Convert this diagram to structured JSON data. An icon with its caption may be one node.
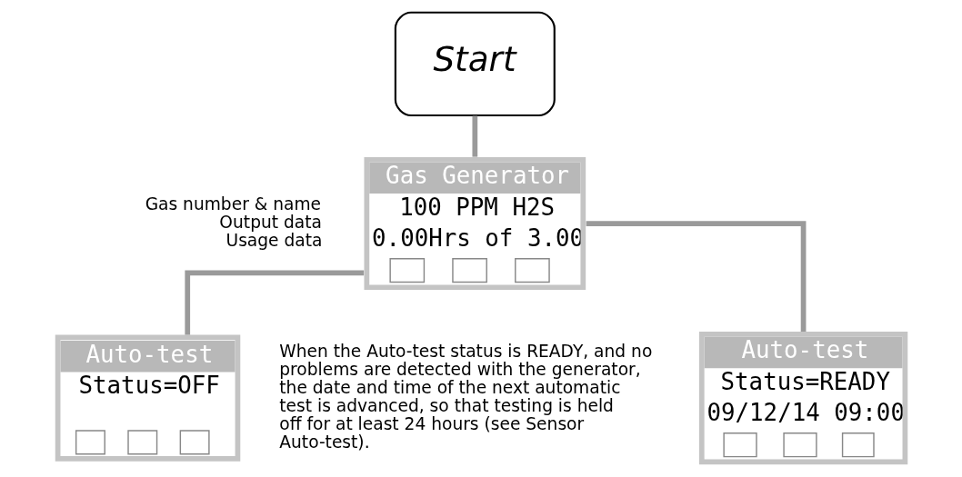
{
  "diagram": {
    "nodes": [
      {
        "text": [
          "Start"
        ]
      },
      {
        "text": [
          "Gas Generator",
          "100 PPM H2S",
          "0.00Hrs of 3.00"
        ]
      },
      {
        "text": [
          "Auto-test",
          "Status=READY",
          "09/12/14 09:00"
        ]
      },
      {
        "text": [
          "Auto-test",
          "Status=OFF"
        ]
      }
    ],
    "edges": [
      {
        "from": 0,
        "to": 1,
        "arrow": "none"
      },
      {
        "from": 1,
        "to": 2,
        "arrow": "none"
      },
      {
        "from": 1,
        "to": 3,
        "arrow": "none"
      }
    ],
    "labels": [
      "Gas number & name",
      "Output data",
      "Usage data",
      "When the Auto-test status is READY, and no problems are detected with the generator, the date and time of the next automatic test is advanced, so that testing is held off for at least 24 hours (see Sensor Auto-test)."
    ]
  }
}
